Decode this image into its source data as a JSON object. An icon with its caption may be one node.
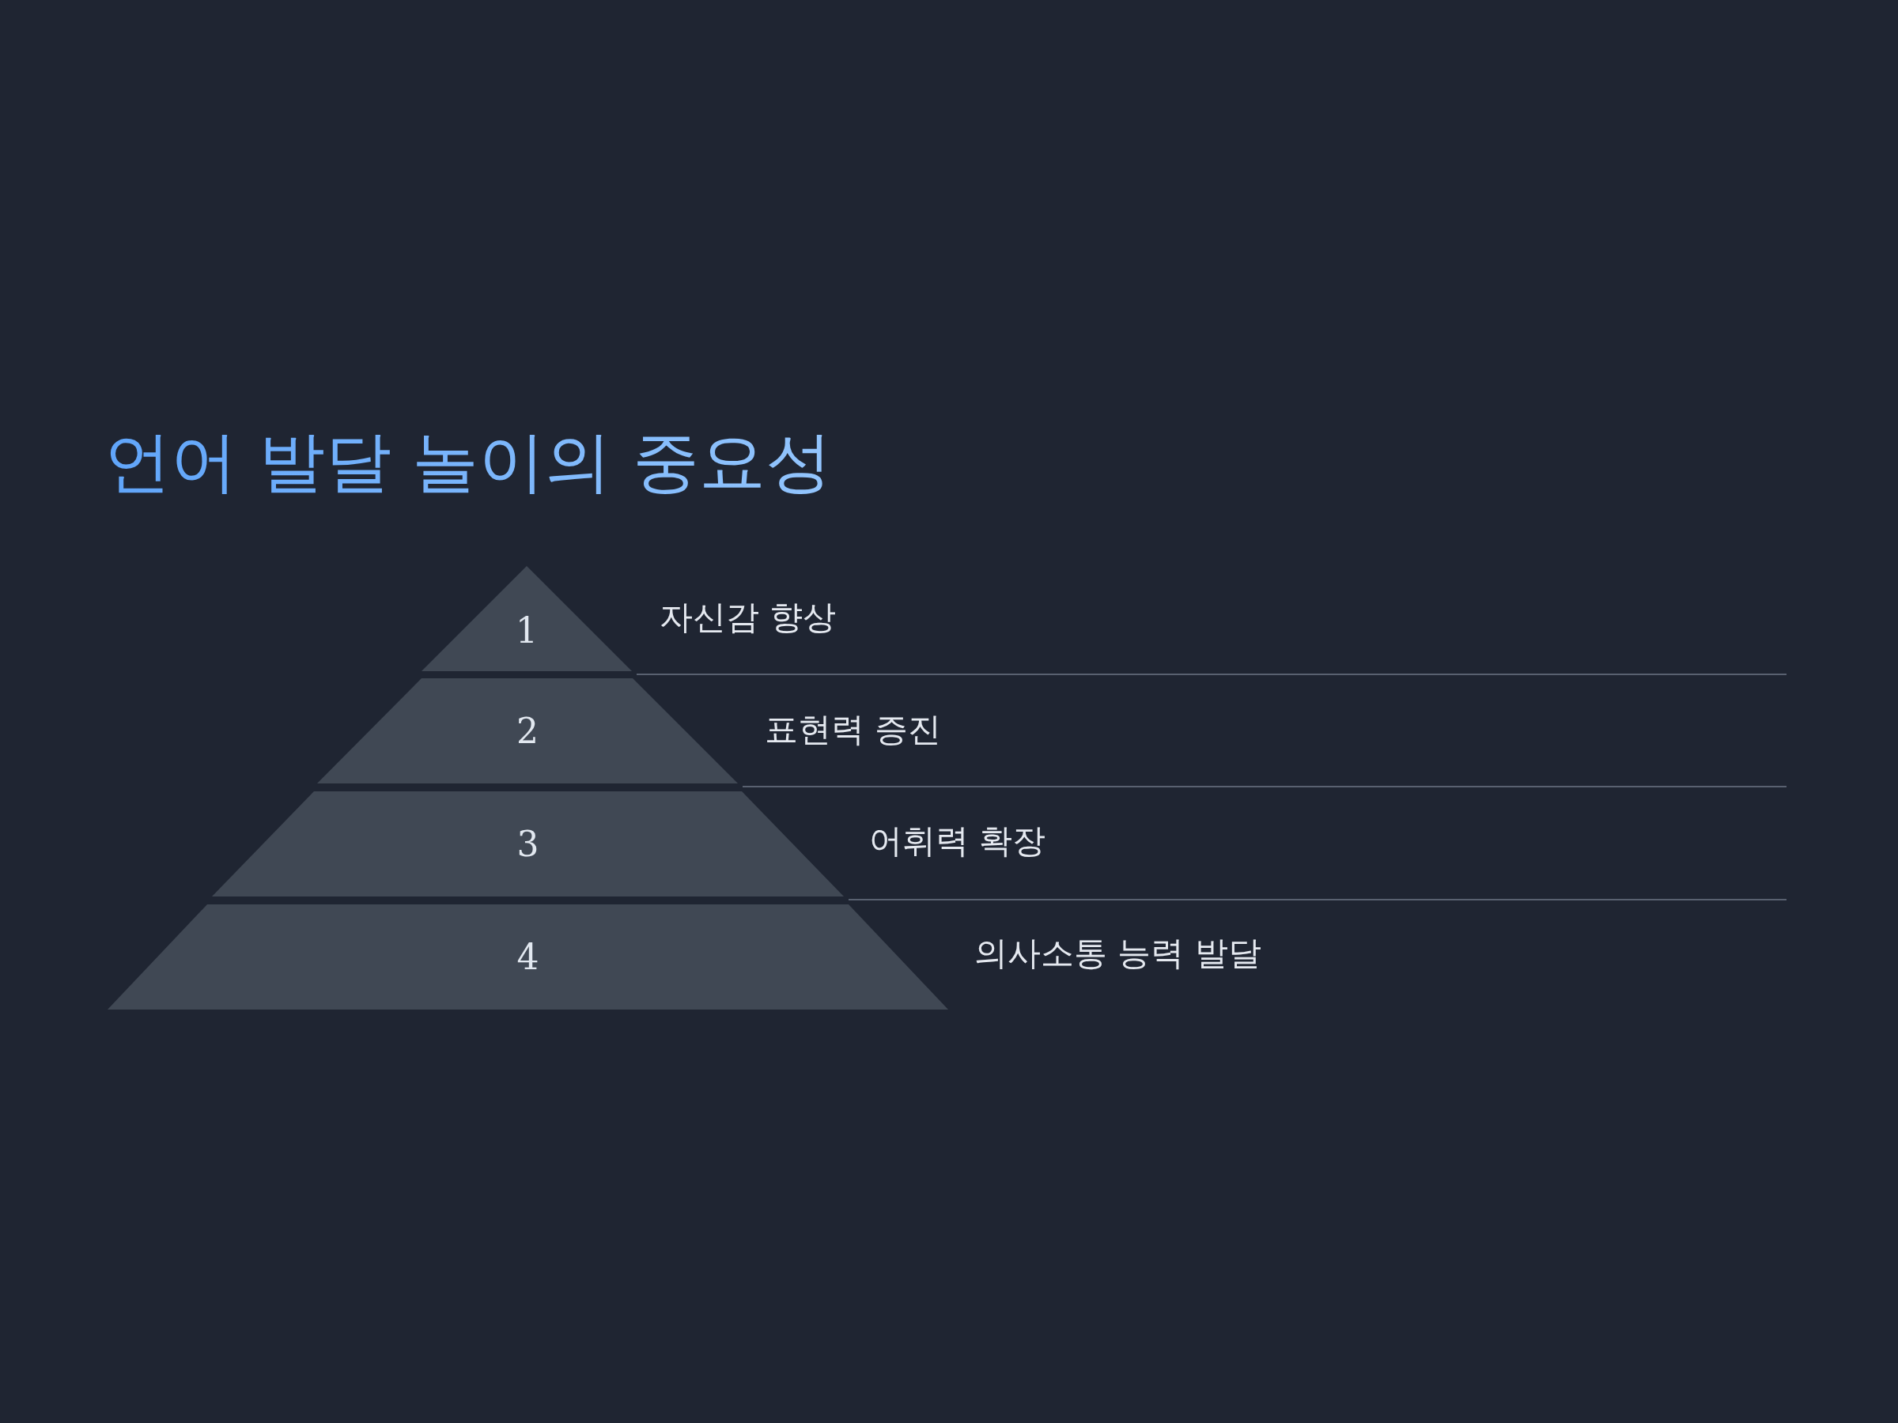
{
  "diagram": {
    "title": "언어 발달 놀이의 중요성",
    "nodes": [
      {
        "text": [
          "1"
        ],
        "beside": [
          "자신감 향상"
        ]
      },
      {
        "text": [
          "2"
        ],
        "beside": [
          "표현력 증진"
        ]
      },
      {
        "text": [
          "3"
        ],
        "beside": [
          "어휘력 확장"
        ]
      },
      {
        "text": [
          "4"
        ],
        "beside": [
          "의사소통 능력 발달"
        ]
      }
    ]
  }
}
